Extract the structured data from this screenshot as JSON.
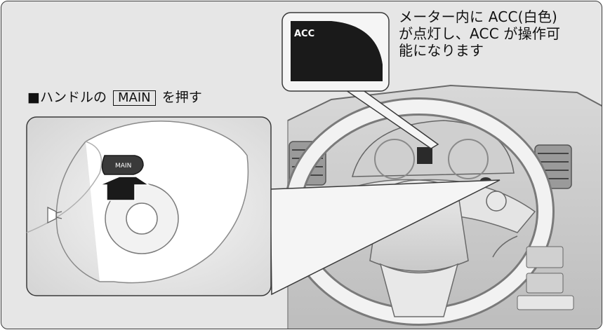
{
  "callout": {
    "line1": "メーター内に ACC(白色)",
    "line2": "が点灯し、ACC が操作可",
    "line3": "能になります",
    "display_label": "ACC"
  },
  "instruction": {
    "marker": "■",
    "prefix": "ハンドルの",
    "key": "MAIN",
    "suffix": "を押す"
  },
  "detail": {
    "button_label": "MAIN"
  },
  "colors": {
    "background": "#e6e6e6",
    "panel_fill": "#f4f4f4",
    "display_fill": "#1a1a1a",
    "arrow_fill": "#1a1a1a",
    "outline": "#3a3a3a"
  }
}
